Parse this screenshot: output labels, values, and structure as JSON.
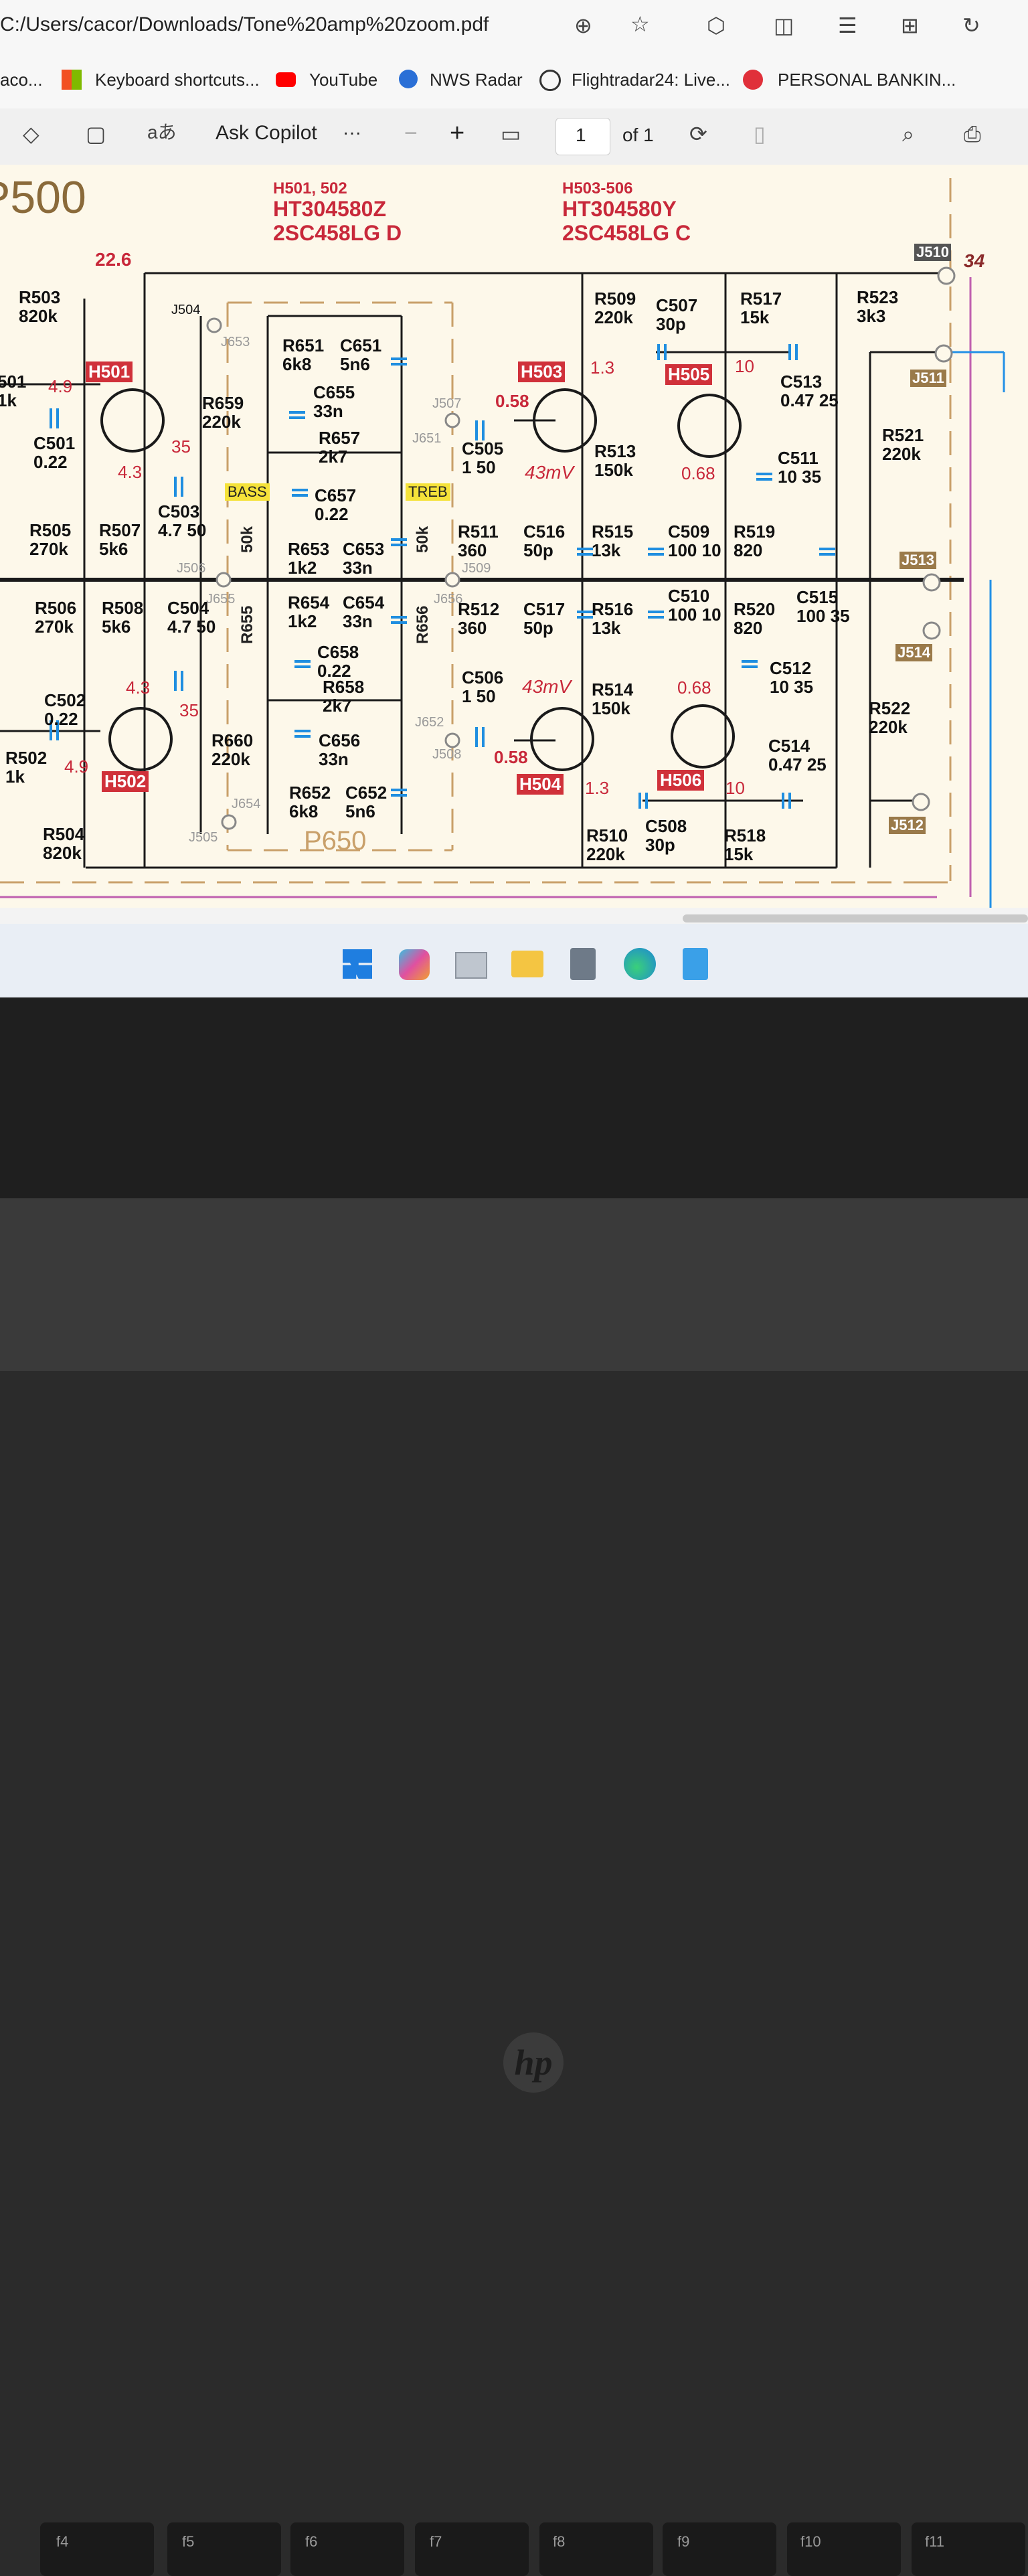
{
  "browser": {
    "address": "C:/Users/cacor/Downloads/Tone%20amp%20zoom.pdf",
    "favorites": [
      {
        "label": "aco...",
        "icon": "site-icon"
      },
      {
        "label": "Keyboard shortcuts...",
        "icon": "microsoft-icon"
      },
      {
        "label": "YouTube",
        "icon": "youtube-icon"
      },
      {
        "label": "NWS Radar",
        "icon": "nws-icon"
      },
      {
        "label": "Flightradar24: Live...",
        "icon": "globe-icon"
      },
      {
        "label": "PERSONAL BANKIN...",
        "icon": "bank-icon"
      }
    ]
  },
  "pdf_toolbar": {
    "ask_copilot": "Ask Copilot",
    "more": "···",
    "minus": "−",
    "plus": "+",
    "page": "1",
    "page_of": "of 1"
  },
  "schematic": {
    "title_fragment": "P500",
    "board": "P650",
    "header_left": {
      "line1": "H501, 502",
      "line2": "HT304580Z",
      "line3": "2SC458LG D"
    },
    "header_right": {
      "line1": "H503-506",
      "line2": "HT304580Y",
      "line3": "2SC458LG C"
    },
    "transistors": [
      "H501",
      "H502",
      "H503",
      "H504",
      "H505",
      "H506"
    ],
    "connectors": [
      "J510",
      "J511",
      "J513",
      "J514",
      "J512"
    ],
    "pots": {
      "bass": "BASS",
      "treb": "TREB",
      "bass_value": "50k",
      "treb_value": "50k",
      "r655": "R655",
      "r656": "R656"
    },
    "voltages": {
      "v22_6": "22.6",
      "v34": "34",
      "v4_9a": "4.9",
      "v4_9b": "4.9",
      "v4_3a": "4.3",
      "v4_3b": "4.3",
      "v35a": "35",
      "v35b": "35",
      "v1_3a": "1.3",
      "v1_3b": "1.3",
      "v0_58a": "0.58",
      "v0_58b": "0.58",
      "mv43a": "43mV",
      "mv43b": "43mV",
      "v0_68a": "0.68",
      "v0_68b": "0.68",
      "v10a": "10",
      "v10b": "10"
    },
    "parts": [
      {
        "id": "R503",
        "val": "820k"
      },
      {
        "id": "501",
        "val": "1k"
      },
      {
        "id": "C501",
        "val": "0.22"
      },
      {
        "id": "R505",
        "val": "270k"
      },
      {
        "id": "R507",
        "val": "5k6"
      },
      {
        "id": "C503",
        "val": "4.7 50"
      },
      {
        "id": "R506",
        "val": "270k"
      },
      {
        "id": "R508",
        "val": "5k6"
      },
      {
        "id": "C504",
        "val": "4.7 50"
      },
      {
        "id": "C502",
        "val": "0.22"
      },
      {
        "id": "R502",
        "val": "1k"
      },
      {
        "id": "R504",
        "val": "820k"
      },
      {
        "id": "R651",
        "val": "6k8"
      },
      {
        "id": "C651",
        "val": "5n6"
      },
      {
        "id": "C655",
        "val": "33n"
      },
      {
        "id": "R659",
        "val": "220k"
      },
      {
        "id": "R657",
        "val": "2k7"
      },
      {
        "id": "C657",
        "val": "0.22"
      },
      {
        "id": "R653",
        "val": "1k2"
      },
      {
        "id": "C653",
        "val": "33n"
      },
      {
        "id": "R654",
        "val": "1k2"
      },
      {
        "id": "C654",
        "val": "33n"
      },
      {
        "id": "C658",
        "val": "0.22"
      },
      {
        "id": "R658",
        "val": "2k7"
      },
      {
        "id": "R660",
        "val": "220k"
      },
      {
        "id": "C656",
        "val": "33n"
      },
      {
        "id": "R652",
        "val": "6k8"
      },
      {
        "id": "C652",
        "val": "5n6"
      },
      {
        "id": "C505",
        "val": "1 50"
      },
      {
        "id": "C506",
        "val": "1 50"
      },
      {
        "id": "R509",
        "val": "220k"
      },
      {
        "id": "C507",
        "val": "30p"
      },
      {
        "id": "R517",
        "val": "15k"
      },
      {
        "id": "R513",
        "val": "150k"
      },
      {
        "id": "R511",
        "val": "360"
      },
      {
        "id": "C516",
        "val": "50p"
      },
      {
        "id": "R515",
        "val": "13k"
      },
      {
        "id": "C509",
        "val": "100 10"
      },
      {
        "id": "R519",
        "val": "820"
      },
      {
        "id": "R512",
        "val": "360"
      },
      {
        "id": "C517",
        "val": "50p"
      },
      {
        "id": "R516",
        "val": "13k"
      },
      {
        "id": "C510",
        "val": "100 10"
      },
      {
        "id": "R520",
        "val": "820"
      },
      {
        "id": "R514",
        "val": "150k"
      },
      {
        "id": "R510",
        "val": "220k"
      },
      {
        "id": "C508",
        "val": "30p"
      },
      {
        "id": "R518",
        "val": "15k"
      },
      {
        "id": "R523",
        "val": "3k3"
      },
      {
        "id": "C513",
        "val": "0.47 25"
      },
      {
        "id": "C511",
        "val": "10 35"
      },
      {
        "id": "R521",
        "val": "220k"
      },
      {
        "id": "C515",
        "val": "100 35"
      },
      {
        "id": "C512",
        "val": "10 35"
      },
      {
        "id": "C514",
        "val": "0.47 25"
      },
      {
        "id": "R522",
        "val": "220k"
      }
    ],
    "jacks": [
      "J504",
      "J653",
      "J507",
      "J651",
      "J506",
      "J509",
      "J655",
      "J656",
      "J652",
      "J508",
      "J654",
      "J505"
    ]
  },
  "taskbar": {
    "icons": [
      "windows-start-icon",
      "copilot-icon",
      "task-view-icon",
      "file-explorer-icon",
      "calculator-icon",
      "edge-icon",
      "notepad-icon"
    ]
  },
  "laptop": {
    "brand": "hp",
    "keys": [
      "f4",
      "f5",
      "f6",
      "f7",
      "f8",
      "f9",
      "f10",
      "f11"
    ]
  },
  "colors": {
    "schematic_bg": "#fdf8ea",
    "transistor_red": "#d0313a",
    "voltage_red": "#c8283a",
    "capacitor_blue": "#1f8ee0",
    "board_line": "#c9a06a",
    "signal_blue": "#2290e6",
    "signal_pink": "#c060b0"
  }
}
